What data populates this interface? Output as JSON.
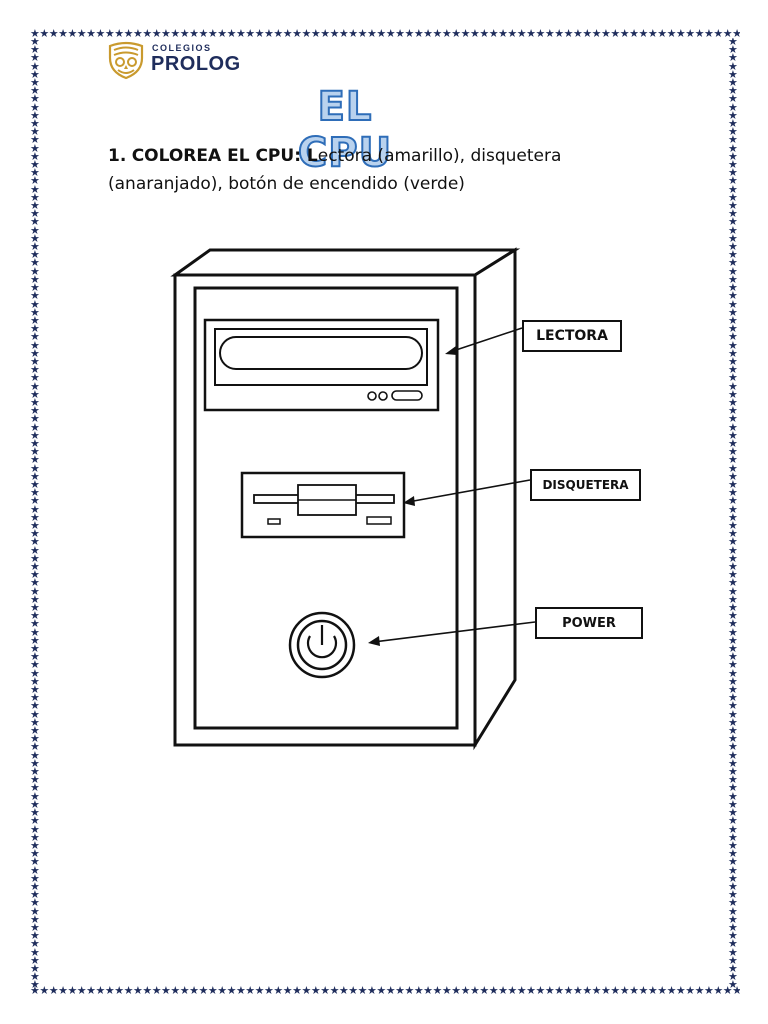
{
  "border": {
    "star": "★"
  },
  "logo": {
    "small": "COLEGIOS",
    "big": "PROLOG"
  },
  "title": "EL CPU",
  "instruction": {
    "number": "1.",
    "bold": "COLOREA EL CPU: L",
    "rest": "ectora (amarillo), disquetera (anaranjado), botón de encendido (verde)"
  },
  "labels": {
    "lectora": "LECTORA",
    "disquetera": "DISQUETERA",
    "power": "POWER"
  },
  "colors": {
    "border_star": "#1f2d5c",
    "title_fill": "#b9d2ee",
    "title_stroke": "#2e6db8",
    "logo_gold": "#c99a2e"
  },
  "icons": {
    "logo": "owl-crest-icon",
    "power": "power-icon"
  }
}
